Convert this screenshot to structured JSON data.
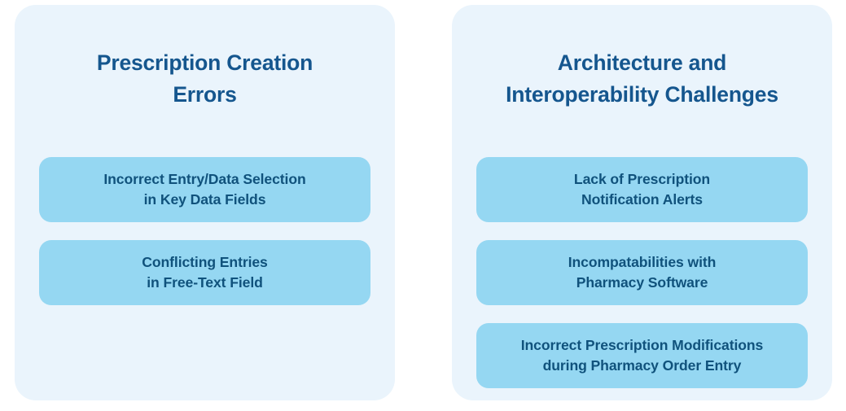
{
  "theme": {
    "page_background": "#ffffff",
    "card_background": "#eaf4fc",
    "pill_background": "#95d7f2",
    "title_color": "#15568e",
    "pill_text_color": "#10527c"
  },
  "cards": [
    {
      "title": "Prescription Creation\nErrors",
      "items": [
        {
          "label": "Incorrect Entry/Data Selection\nin Key Data Fields"
        },
        {
          "label": "Conflicting Entries\nin Free-Text Field"
        }
      ]
    },
    {
      "title": "Architecture and\nInteroperability Challenges",
      "items": [
        {
          "label": "Lack of Prescription\nNotification Alerts"
        },
        {
          "label": "Incompatabilities with\nPharmacy Software"
        },
        {
          "label": "Incorrect Prescription Modifications\nduring Pharmacy Order Entry"
        }
      ]
    }
  ]
}
